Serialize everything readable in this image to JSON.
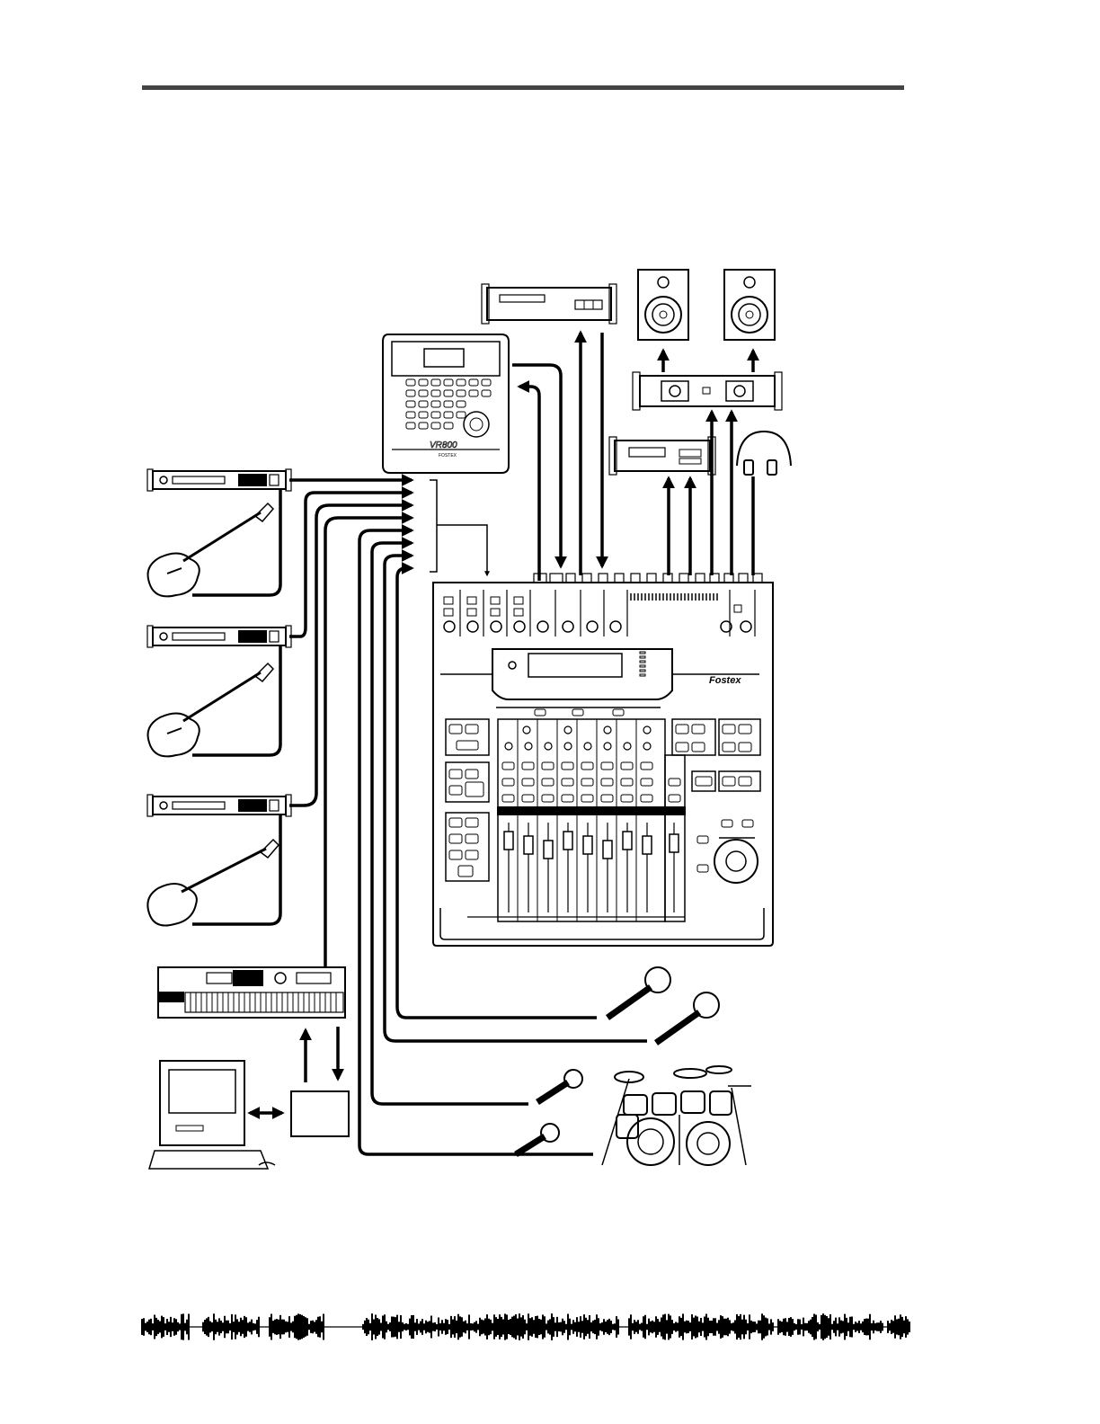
{
  "document": {
    "mixer_brand": "Fostex",
    "recorder_logo": "VR800",
    "recorder_maker": "FOSTEX"
  },
  "colors": {
    "ink": "#000000",
    "paper": "#ffffff",
    "header_rule": "#444444"
  },
  "devices": {
    "sources": [
      "effects-rack-1",
      "electric-guitar-1",
      "effects-rack-2",
      "electric-guitar-2",
      "effects-rack-3",
      "bass-guitar",
      "midi-keyboard",
      "computer",
      "midi-interface",
      "vocal-mic-1",
      "vocal-mic-2",
      "instrument-mic-1",
      "instrument-mic-2",
      "drum-kit"
    ],
    "outputs": [
      "multitrack-recorder",
      "cd-player",
      "tape-deck",
      "power-amplifier",
      "left-monitor",
      "right-monitor",
      "headphones"
    ]
  }
}
